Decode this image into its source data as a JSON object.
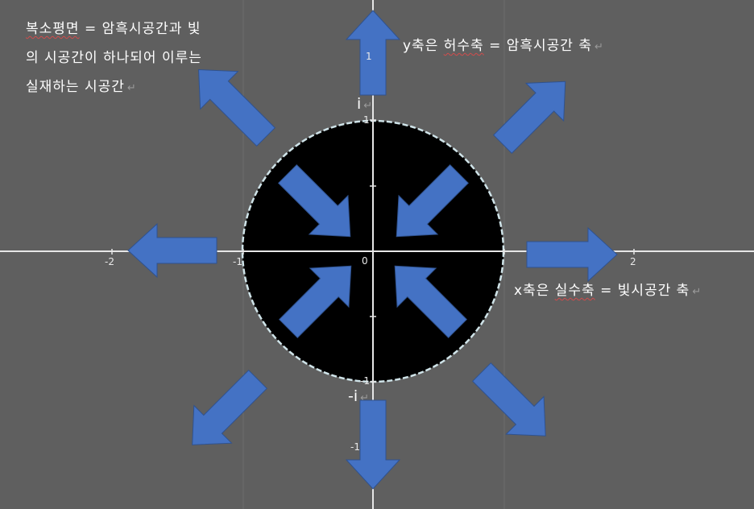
{
  "colors": {
    "background": "#5f5f5f",
    "axis": "#e6e6e6",
    "circle_fill": "#000000",
    "circle_border": "#cfe3e8",
    "arrow_fill": "#4472c4",
    "arrow_stroke": "#2f528f"
  },
  "notes": {
    "plane_line1_wavy": "복소평면",
    "plane_line1_rest": " = 암흑시공간과 빛",
    "plane_line2": "의 시공간이 하나되어 이루는",
    "plane_line3": "실재하는 시공간",
    "y_prefix": "y축은 ",
    "y_wavy": "허수축",
    "y_rest": " = 암흑시공간 축",
    "x_prefix": "x축은 ",
    "x_wavy": "실수축",
    "x_rest": " = 빛시공간 축",
    "return_mark": "↵"
  },
  "axis_labels": {
    "i_top": "i",
    "i_bottom": "-i",
    "origin": "0",
    "x_pos2": "2",
    "x_neg2": "-2",
    "x_neg1": "-1",
    "y_pos1_upper": "1",
    "y_pos1_circle": "1",
    "y_neg1_circle": "-1",
    "y_neg1_lower": "-1"
  },
  "arrows": {
    "outward": [
      "up",
      "up-right",
      "right",
      "down-right",
      "down",
      "down-left",
      "left",
      "up-left"
    ],
    "inward": [
      "down-right",
      "down-left",
      "up-right",
      "up-left"
    ]
  }
}
